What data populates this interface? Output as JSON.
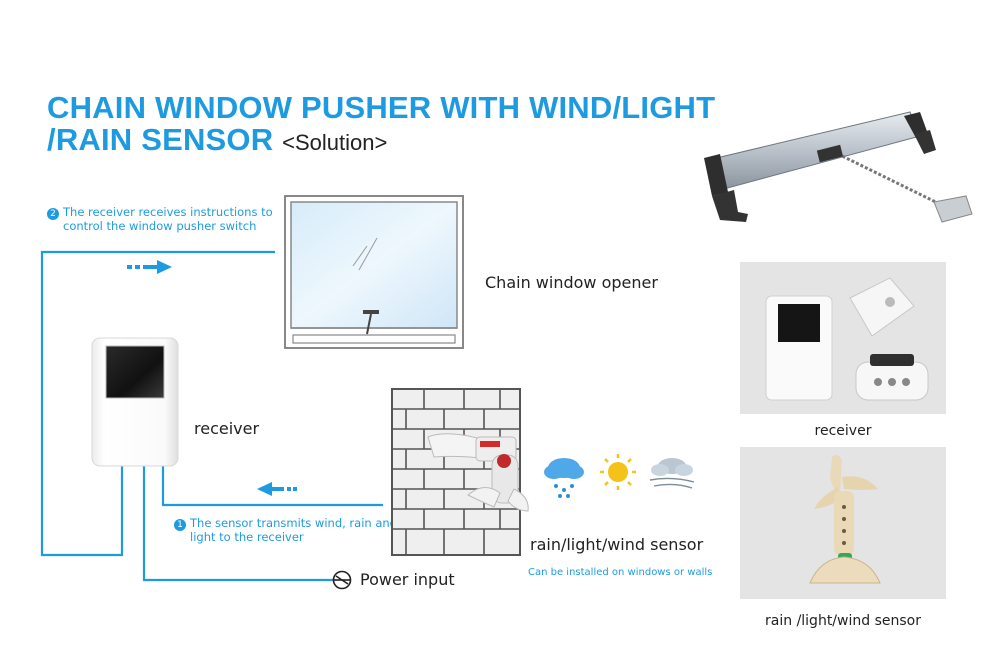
{
  "title": {
    "line1": "CHAIN WINDOW PUSHER WITH WIND/LIGHT",
    "line2": "/RAIN SENSOR",
    "suffix": "<Solution>"
  },
  "labels": {
    "window": "Chain window opener",
    "receiver": "receiver",
    "sensor": "rain/light/wind sensor",
    "sensor_note": "Can be installed on windows or walls",
    "power": "Power input"
  },
  "steps": [
    {
      "num": "2",
      "text_line1": "The receiver receives instructions to",
      "text_line2": "control the window pusher switch"
    },
    {
      "num": "1",
      "text_line1": "The sensor transmits wind, rain and",
      "text_line2": "light to the receiver"
    }
  ],
  "photos": {
    "receiver_caption": "receiver",
    "sensor_caption": "rain /light/wind sensor"
  },
  "colors": {
    "accent": "#1e9be0",
    "panel": "#e4e4e4"
  }
}
